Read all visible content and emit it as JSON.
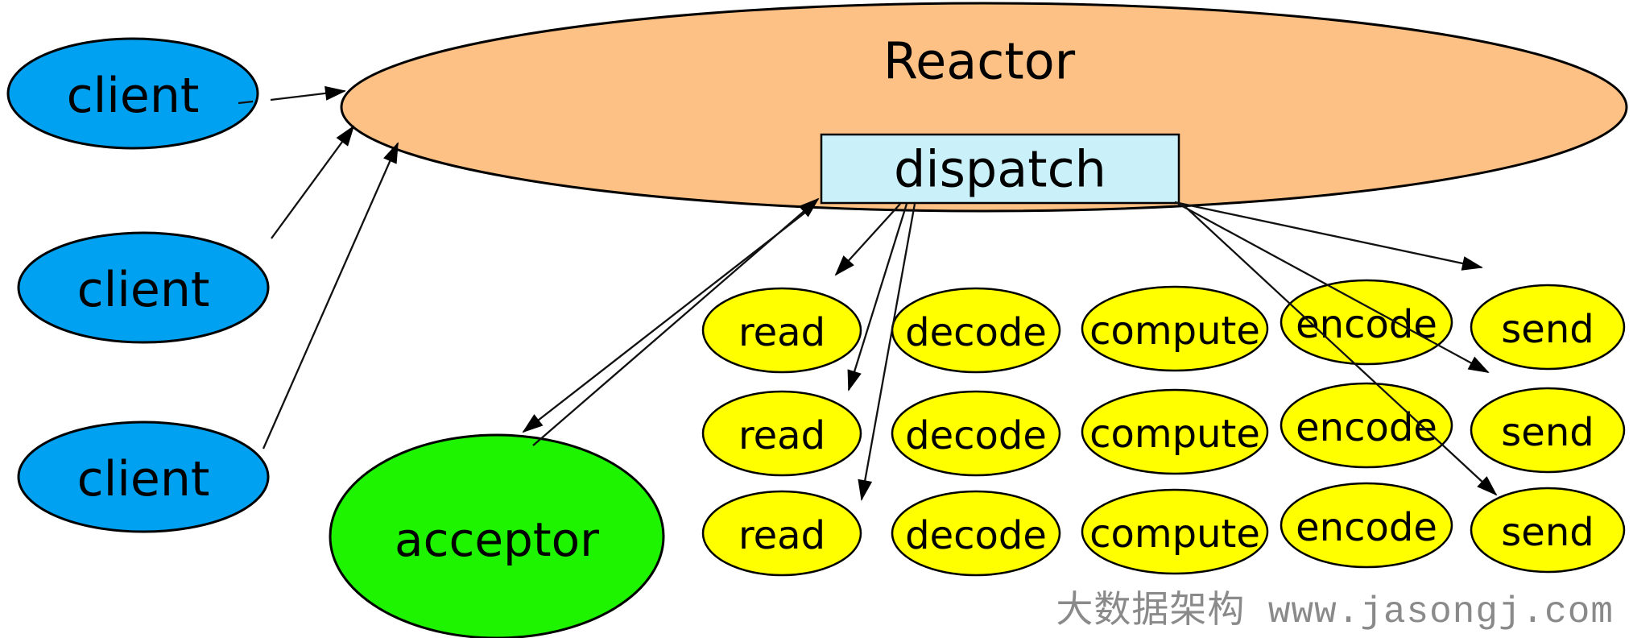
{
  "diagram": {
    "reactor": {
      "label": "Reactor"
    },
    "dispatch": {
      "label": "dispatch"
    },
    "clients": [
      "client",
      "client",
      "client"
    ],
    "acceptor": {
      "label": "acceptor"
    },
    "handlers": {
      "stage_labels": [
        "read",
        "decode",
        "compute",
        "encode",
        "send"
      ],
      "rows": [
        [
          "read",
          "decode",
          "compute",
          "encode",
          "send"
        ],
        [
          "read",
          "decode",
          "compute",
          "encode",
          "send"
        ],
        [
          "read",
          "decode",
          "compute",
          "encode",
          "send"
        ]
      ]
    },
    "connections": [
      {
        "from": "client-1",
        "to": "reactor"
      },
      {
        "from": "client-2",
        "to": "reactor"
      },
      {
        "from": "client-3",
        "to": "reactor"
      },
      {
        "from": "dispatch",
        "to": "acceptor"
      },
      {
        "from": "acceptor",
        "to": "dispatch"
      },
      {
        "from": "dispatch",
        "to": "read-row-1"
      },
      {
        "from": "dispatch",
        "to": "read-row-2"
      },
      {
        "from": "dispatch",
        "to": "read-row-3"
      },
      {
        "from": "dispatch",
        "to": "send-row-1"
      },
      {
        "from": "dispatch",
        "to": "send-row-2"
      },
      {
        "from": "dispatch",
        "to": "send-row-3"
      }
    ],
    "watermark": {
      "text": "大数据架构 www.jasongj.com"
    }
  },
  "colors": {
    "client_fill": "#00a1f1",
    "reactor_fill": "#fec185",
    "acceptor_fill": "#1ef400",
    "handler_fill": "#ffff00",
    "dispatch_fill": "#caf1fa",
    "outline": "#000000",
    "watermark": "#8a8a8a"
  }
}
